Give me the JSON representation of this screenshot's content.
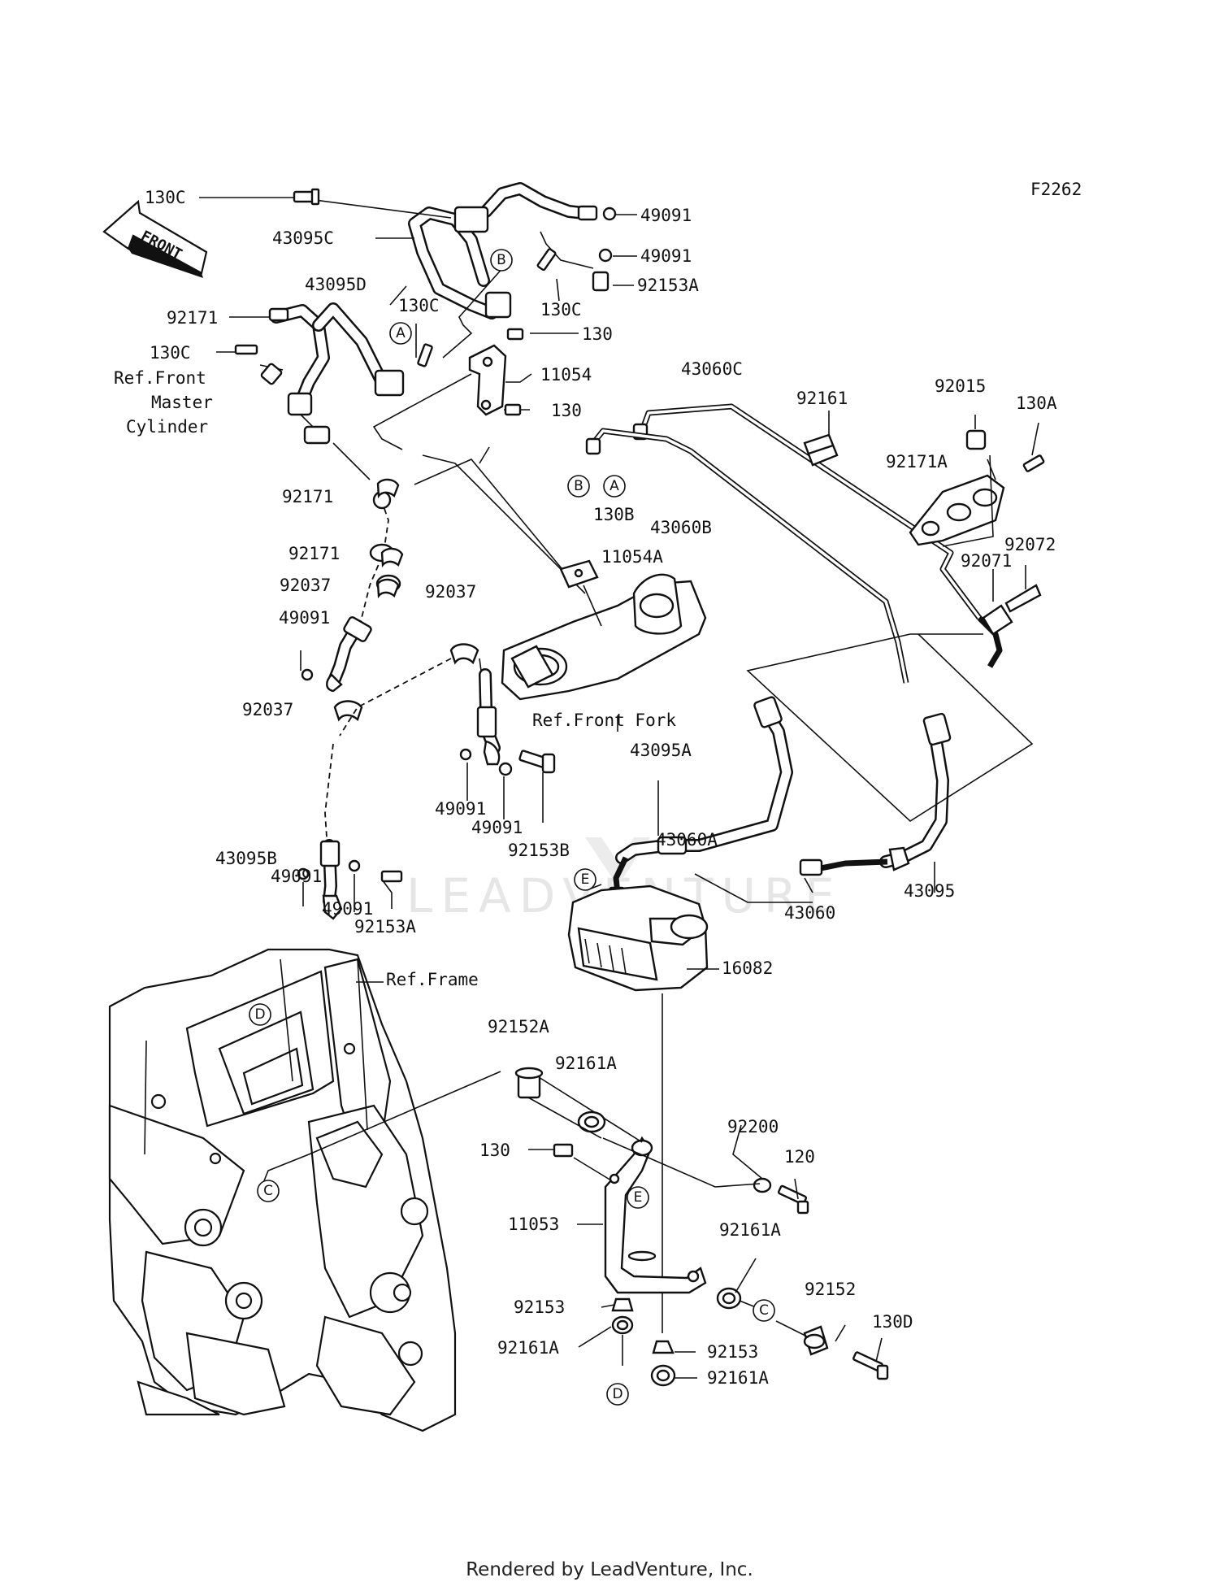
{
  "figure_code": "F2262",
  "direction_label": "FRONT",
  "watermark_text": "LEADVENTURE",
  "footer_text": "Rendered by LeadVenture, Inc.",
  "labels": {
    "130C_a": "130C",
    "43095C": "43095C",
    "49091_a": "49091",
    "49091_b": "49091",
    "92153A_a": "92153A",
    "130C_b": "130C",
    "43095D": "43095D",
    "92171_a": "92171",
    "130C_c": "130C",
    "130C_d": "130C",
    "130_a": "130",
    "11054": "11054",
    "130_b": "130",
    "43060C": "43060C",
    "92161": "92161",
    "92015": "92015",
    "130A": "130A",
    "92171A": "92171A",
    "130B": "130B",
    "43060B": "43060B",
    "92171_b": "92171",
    "11054A": "11054A",
    "92171_c": "92171",
    "92037_a": "92037",
    "92037_b": "92037",
    "49091_c": "49091",
    "92072": "92072",
    "92071": "92071",
    "92037_c": "92037",
    "43095A": "43095A",
    "43095B": "43095B",
    "49091_d": "49091",
    "49091_e": "49091",
    "92153B": "92153B",
    "43060A": "43060A",
    "49091_f": "49091",
    "49091_g": "49091",
    "92153A_b": "92153A",
    "43060": "43060",
    "43095": "43095",
    "16082": "16082",
    "92152A": "92152A",
    "92161A_a": "92161A",
    "92200": "92200",
    "120": "120",
    "130_c": "130",
    "11053": "11053",
    "92161A_b": "92161A",
    "92152": "92152",
    "92153_a": "92153",
    "130D": "130D",
    "92161A_c": "92161A",
    "92153_b": "92153",
    "92161A_d": "92161A"
  },
  "ref_labels": {
    "front_master_cylinder_1": "Ref.Front",
    "front_master_cylinder_2": "Master",
    "front_master_cylinder_3": "Cylinder",
    "front_fork": "Ref.Front Fork",
    "frame": "Ref.Frame"
  },
  "callouts": {
    "A_1": "A",
    "A_2": "A",
    "B_1": "B",
    "B_2": "B",
    "C_1": "C",
    "C_2": "C",
    "D_1": "D",
    "D_2": "D",
    "E_1": "E",
    "E_2": "E"
  }
}
